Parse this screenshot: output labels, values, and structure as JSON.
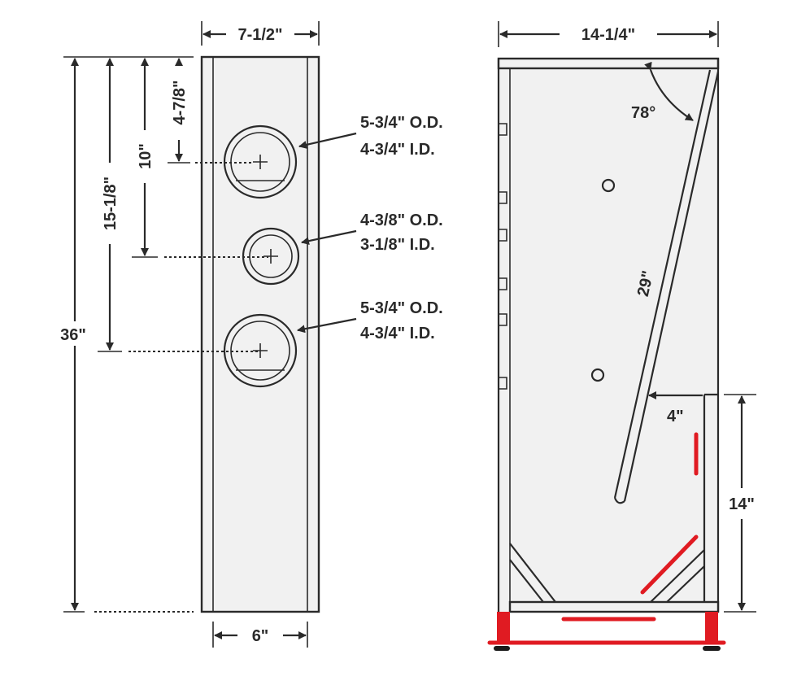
{
  "front_view": {
    "width_top": "7-1/2\"",
    "width_bottom": "6\"",
    "height_total": "36\"",
    "dim_15_1_8": "15-1/8\"",
    "dim_10": "10\"",
    "dim_4_7_8": "4-7/8\"",
    "holes": [
      {
        "od": "5-3/4\" O.D.",
        "id": "4-3/4\" I.D."
      },
      {
        "od": "4-3/8\" O.D.",
        "id": "3-1/8\" I.D."
      },
      {
        "od": "5-3/4\" O.D.",
        "id": "4-3/4\" I.D."
      }
    ]
  },
  "side_view": {
    "width": "14-1/4\"",
    "angle": "78°",
    "diagonal": "29\"",
    "port_width": "4\"",
    "port_height": "14\""
  },
  "colors": {
    "line": "#2a2a2a",
    "panel": "#f1f1f1",
    "markup_red": "#e01b22"
  }
}
